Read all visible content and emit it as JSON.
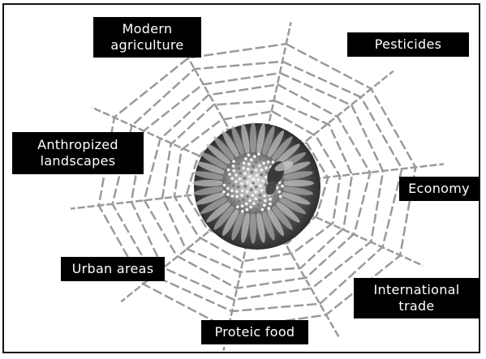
{
  "figure": {
    "center_image": "flower-with-bee",
    "web_color": "#9a9a9a",
    "label_background": "#000000",
    "label_text_color": "#ffffff"
  },
  "labels": {
    "modern_agriculture": [
      "Modern",
      "agriculture"
    ],
    "pesticides": [
      "Pesticides"
    ],
    "anthropized_landscapes": [
      "Anthropized",
      "landscapes"
    ],
    "economy": [
      "Economy"
    ],
    "urban_areas": [
      "Urban areas"
    ],
    "international_trade": [
      "International",
      "trade"
    ],
    "proteic_food": [
      "Proteic food"
    ]
  }
}
